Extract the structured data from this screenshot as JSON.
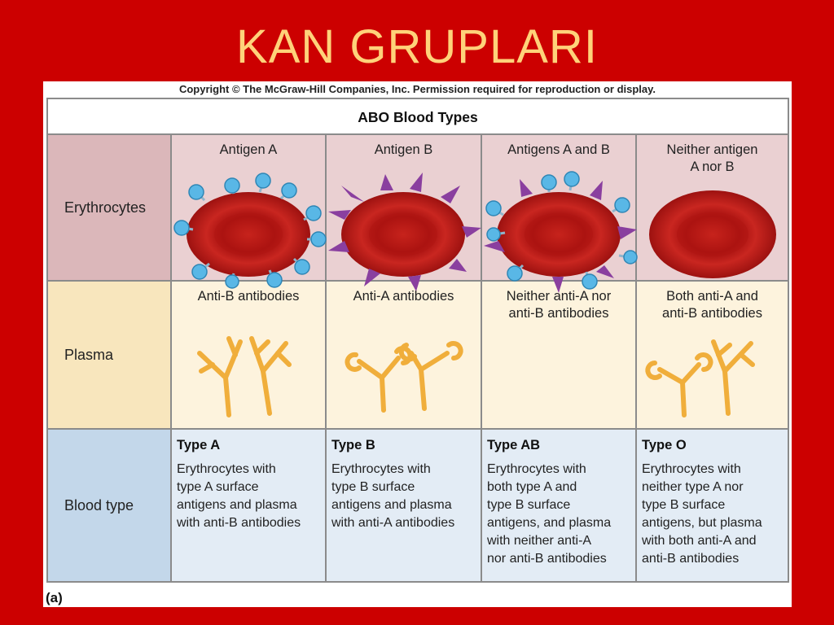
{
  "slide": {
    "title": "KAN GRUPLARI"
  },
  "figure": {
    "copyright": "Copyright © The McGraw-Hill Companies, Inc. Permission required for reproduction or display.",
    "table_title": "ABO Blood Types",
    "label": "(a)",
    "row_headers": [
      "Erythrocytes",
      "Plasma",
      "Blood type"
    ],
    "columns": [
      {
        "antigen": [
          "Antigen A"
        ],
        "plasma": [
          "Anti-B antibodies"
        ],
        "type": "Type A",
        "description": [
          "Erythrocytes with",
          "type A surface",
          "antigens and plasma",
          "with anti-B antibodies"
        ]
      },
      {
        "antigen": [
          "Antigen B"
        ],
        "plasma": [
          "Anti-A antibodies"
        ],
        "type": "Type B",
        "description": [
          "Erythrocytes with",
          "type B surface",
          "antigens and plasma",
          "with anti-A antibodies"
        ]
      },
      {
        "antigen": [
          "Antigens A and B"
        ],
        "plasma": [
          "Neither anti-A nor",
          "anti-B antibodies"
        ],
        "type": "Type AB",
        "description": [
          "Erythrocytes with",
          "both type A and",
          "type B surface",
          "antigens, and plasma",
          "with neither anti-A",
          "nor anti-B antibodies"
        ]
      },
      {
        "antigen": [
          "Neither antigen",
          "A nor B"
        ],
        "plasma": [
          "Both anti-A and",
          "anti-B antibodies"
        ],
        "type": "Type O",
        "description": [
          "Erythrocytes with",
          "neither type A nor",
          "type B surface",
          "antigens, but plasma",
          "with both anti-A and",
          "anti-B antibodies"
        ]
      }
    ]
  },
  "colors": {
    "background": "#cc0000",
    "title_text": "#ffd27a",
    "row_erythrocytes": "#ead0d2",
    "row_erythrocytes_head": "#dbb7ba",
    "row_plasma": "#fdf3dd",
    "row_plasma_head": "#f8e6bd",
    "row_bloodtype": "#e3ecf5",
    "row_bloodtype_head": "#c3d7ea",
    "cell_red": "#c21a18",
    "antigen_a": "#59b7e6",
    "antigen_b": "#8a3f9f",
    "antibody": "#f0ae3b"
  }
}
